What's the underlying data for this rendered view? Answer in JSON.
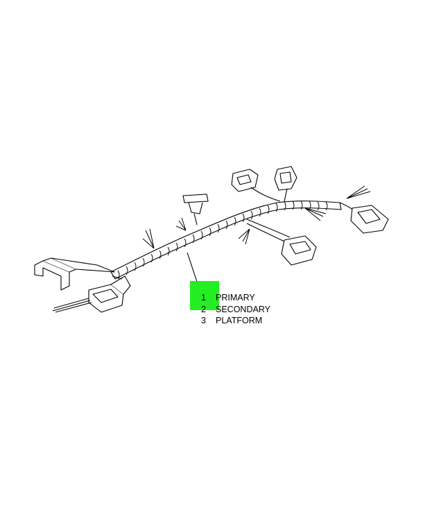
{
  "callout": {
    "color": "#22ee22"
  },
  "legend": {
    "items": [
      {
        "number": "1",
        "label": "PRIMARY"
      },
      {
        "number": "2",
        "label": "SECONDARY"
      },
      {
        "number": "3",
        "label": "PLATFORM"
      }
    ]
  },
  "footer": {
    "left": "",
    "right": ""
  }
}
